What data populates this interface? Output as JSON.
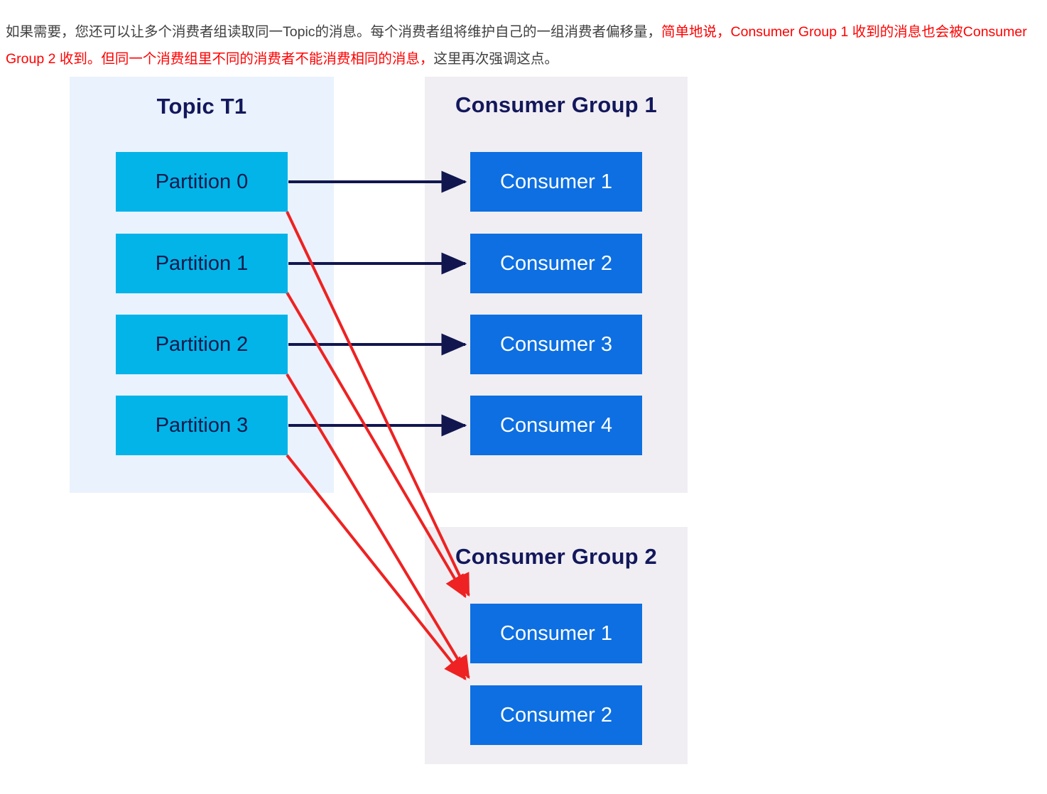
{
  "paragraph": {
    "segments": [
      {
        "text": "如果需要，您还可以让多个消费者组读取同一Topic的消息。每个消费者组将维护自己的一组消费者偏移量，",
        "color": "gray"
      },
      {
        "text": "简单地说，Consumer Group 1 收到的消息也会被Consumer Group 2 收到。但同一个消费组里不同的消费者不能消费相同的消息，",
        "color": "red"
      },
      {
        "text": "这里再次强调这点。",
        "color": "gray"
      }
    ],
    "full_text": "如果需要，您还可以让多个消费者组读取同一Topic的消息。每个消费者组将维护自己的一组消费者偏移量，简单地说，Consumer Group 1 收到的消息也会被Consumer Group 2 收到。但同一个消费组里不同的消费者不能消费相同的消息，这里再次强调这点。"
  },
  "diagram": {
    "topic_panel": {
      "title": "Topic T1",
      "partitions": [
        {
          "label": "Partition 0"
        },
        {
          "label": "Partition 1"
        },
        {
          "label": "Partition 2"
        },
        {
          "label": "Partition 3"
        }
      ]
    },
    "consumer_group_1": {
      "title": "Consumer Group 1",
      "consumers": [
        {
          "label": "Consumer 1"
        },
        {
          "label": "Consumer 2"
        },
        {
          "label": "Consumer 3"
        },
        {
          "label": "Consumer 4"
        }
      ]
    },
    "consumer_group_2": {
      "title": "Consumer Group 2",
      "consumers": [
        {
          "label": "Consumer 1"
        },
        {
          "label": "Consumer 2"
        }
      ]
    },
    "connections": {
      "group1_arrow_color": "#11164f",
      "group2_arrow_color": "#ee2222",
      "group1_links": [
        {
          "from": "Partition 0",
          "to": "Consumer 1"
        },
        {
          "from": "Partition 1",
          "to": "Consumer 2"
        },
        {
          "from": "Partition 2",
          "to": "Consumer 3"
        },
        {
          "from": "Partition 3",
          "to": "Consumer 4"
        }
      ],
      "group2_links": [
        {
          "from": "Partition 0",
          "to": "Consumer 1"
        },
        {
          "from": "Partition 1",
          "to": "Consumer 1"
        },
        {
          "from": "Partition 2",
          "to": "Consumer 2"
        },
        {
          "from": "Partition 3",
          "to": "Consumer 2"
        }
      ]
    }
  },
  "colors": {
    "partition_fill": "#03b4e8",
    "consumer_fill": "#0d6fe2",
    "topic_panel_bg": "#eaf2fd",
    "group_panel_bg": "#f0eef2",
    "title_text": "#13185c",
    "highlight_red": "#ff0000",
    "body_text": "#404040"
  }
}
